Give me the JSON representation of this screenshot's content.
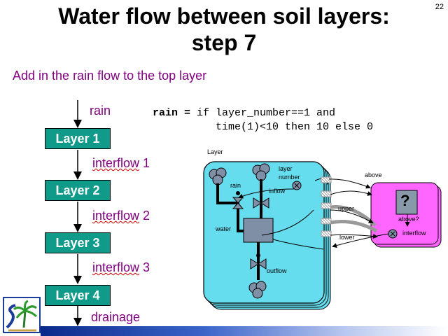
{
  "slide_number": "22",
  "title_line1": "Water flow between soil layers:",
  "title_line2": "step 7",
  "subtitle": "Add in the rain flow to the top layer",
  "flow_chain": {
    "rain": "rain",
    "layers": [
      "Layer 1",
      "Layer 2",
      "Layer 3",
      "Layer 4"
    ],
    "interflows": [
      {
        "word": "interflow",
        "num": " 1"
      },
      {
        "word": "interflow",
        "num": " 2"
      },
      {
        "word": "interflow",
        "num": " 3"
      }
    ],
    "drainage": "drainage"
  },
  "equation": {
    "lhs": "rain =",
    "rhs_line1": " if layer_number==1 and",
    "rhs_line2": "time(1)<10 then 10 else 0"
  },
  "diagram": {
    "submodel_label": "Layer",
    "layer_number_label_1": "layer",
    "layer_number_label_2": "number",
    "rain_label": "rain",
    "inflow_label": "inflow",
    "water_label": "water",
    "outflow_label": "outflow",
    "upper_label": "upper",
    "lower_label": "lower",
    "above_label": "above",
    "above_q_label": "above?",
    "question_mark": "?",
    "interflow_label": "interflow"
  },
  "colors": {
    "layer_box": "#0f9a8a",
    "submodel_fill": "#66ddee",
    "above_fill": "#ff66ff",
    "purple_text": "#800080"
  }
}
